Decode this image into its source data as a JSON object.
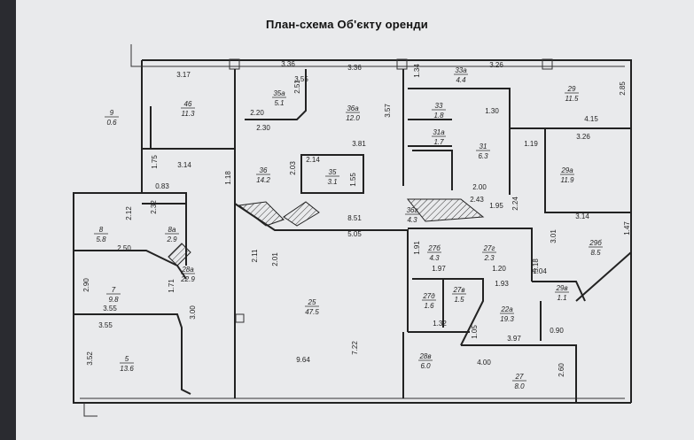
{
  "title": "План-схема Об'єкту оренди",
  "rooms": [
    {
      "id": "46",
      "area": "11.3"
    },
    {
      "id": "9",
      "area": "0.6"
    },
    {
      "id": "35а",
      "area": "5.1"
    },
    {
      "id": "36а",
      "area": "12.0"
    },
    {
      "id": "33а",
      "area": "4.4"
    },
    {
      "id": "33",
      "area": "1.8"
    },
    {
      "id": "31а",
      "area": "1.7"
    },
    {
      "id": "31",
      "area": "6.3"
    },
    {
      "id": "29",
      "area": "11.5"
    },
    {
      "id": "29а",
      "area": "11.9"
    },
    {
      "id": "36",
      "area": "14.2"
    },
    {
      "id": "35",
      "area": "3.1"
    },
    {
      "id": "36г",
      "area": "4.3"
    },
    {
      "id": "8",
      "area": "5.8"
    },
    {
      "id": "8а",
      "area": "2.9"
    },
    {
      "id": "28а",
      "area": "22.9"
    },
    {
      "id": "27б",
      "area": "4.3"
    },
    {
      "id": "27г",
      "area": "2.3"
    },
    {
      "id": "29б",
      "area": "8.5"
    },
    {
      "id": "29в",
      "area": "1.1"
    },
    {
      "id": "7",
      "area": "9.8"
    },
    {
      "id": "25",
      "area": "47.5"
    },
    {
      "id": "27д",
      "area": "1.6"
    },
    {
      "id": "27в",
      "area": "1.5"
    },
    {
      "id": "22а",
      "area": "19.3"
    },
    {
      "id": "5",
      "area": "13.6"
    },
    {
      "id": "28в",
      "area": "6.0"
    },
    {
      "id": "27",
      "area": "8.0"
    }
  ],
  "dims": [
    "3.17",
    "3.36",
    "3.26",
    "2.85",
    "2.51",
    "2.20",
    "2.30",
    "3.57",
    "1.30",
    "4.15",
    "3.26",
    "1.19",
    "3.81",
    "2.14",
    "2.03",
    "1.55",
    "3.14",
    "1.75",
    "1.18",
    "0.83",
    "2.12",
    "2.32",
    "2.50",
    "8.51",
    "5.05",
    "2.11",
    "2.01",
    "1.91",
    "1.97",
    "1.20",
    "1.93",
    "1.04",
    "5.18",
    "2.00",
    "2.43",
    "2.24",
    "3.14",
    "3.01",
    "1.47",
    "1.71",
    "2.90",
    "3.55",
    "3.00",
    "3.55",
    "3.52",
    "1.32",
    "1.05",
    "3.97",
    "0.90",
    "4.00",
    "2.60",
    "9.64",
    "7.22",
    "3.36",
    "3.55",
    "1.95",
    "1.34"
  ]
}
